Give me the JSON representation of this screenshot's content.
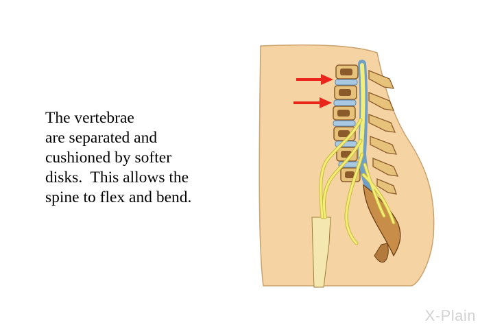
{
  "caption": {
    "lines": [
      "The vertebrae",
      "are separated and",
      "cushioned by softer",
      "disks.  This allows the",
      "spine to flex and bend."
    ]
  },
  "illustration": {
    "subject": "side view of lower back showing lumbar spine, disks and nerves",
    "arrows": 2,
    "colors": {
      "skin": "#f6d3a2",
      "skin_outline": "#c9a26e",
      "bone": "#e6c27a",
      "bone_dark": "#8a5a2b",
      "disk": "#a9c9e3",
      "spinal_cord": "#6f9fc6",
      "nerve": "#f3ee7a",
      "arrow": "#e8261c"
    }
  },
  "watermark": {
    "text": "X-Plain"
  }
}
